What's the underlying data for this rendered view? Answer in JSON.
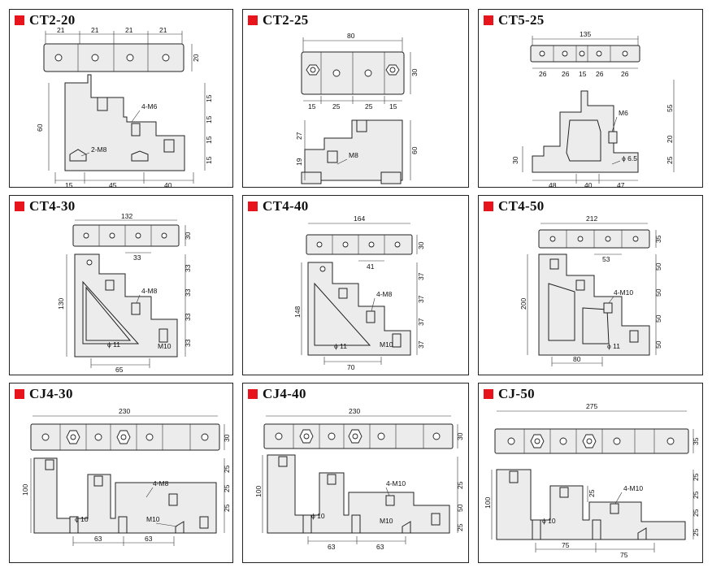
{
  "panels": [
    {
      "title": "CT2-20",
      "top": [
        "21",
        "21",
        "21",
        "21"
      ],
      "h": "20",
      "left": "60",
      "right": [
        "15",
        "15",
        "15",
        "15"
      ],
      "bottom": [
        "15",
        "45",
        "40"
      ],
      "ann": [
        "4-M6",
        "2-M8"
      ]
    },
    {
      "title": "CT2-25",
      "top_total": "80",
      "top": [
        "15",
        "25",
        "25",
        "15"
      ],
      "h": "30",
      "left": [
        "27",
        "19"
      ],
      "right": "60",
      "ann": [
        "M8"
      ]
    },
    {
      "title": "CT5-25",
      "top_total": "135",
      "top": [
        "26",
        "26",
        "15",
        "26",
        "26"
      ],
      "right": [
        "55",
        "20",
        "25"
      ],
      "left": "30",
      "bottom": [
        "48",
        "40",
        "47"
      ],
      "ann": [
        "M6",
        "ϕ 6.5"
      ]
    },
    {
      "title": "CT4-30",
      "top_total": "132",
      "h": "30",
      "sub": "33",
      "left": "130",
      "right": [
        "33",
        "33",
        "33",
        "33"
      ],
      "bottom": "65",
      "ann": [
        "4-M8",
        "ϕ 11",
        "M10"
      ]
    },
    {
      "title": "CT4-40",
      "top_total": "164",
      "h": "30",
      "sub": "41",
      "left": "148",
      "right": [
        "37",
        "37",
        "37",
        "37"
      ],
      "bottom": "70",
      "ann": [
        "4-M8",
        "ϕ 11",
        "M10"
      ]
    },
    {
      "title": "CT4-50",
      "top_total": "212",
      "h": "35",
      "sub": "53",
      "left": "200",
      "right": [
        "50",
        "50",
        "50",
        "50"
      ],
      "bottom": "80",
      "ann": [
        "4-M10",
        "ϕ 11"
      ]
    },
    {
      "title": "CJ4-30",
      "top_total": "230",
      "h": "30",
      "left": "100",
      "right": [
        "25",
        "25",
        "25"
      ],
      "bottom": [
        "63",
        "63"
      ],
      "ann": [
        "4-M8",
        "ϕ 10",
        "M10"
      ]
    },
    {
      "title": "CJ4-40",
      "top_total": "230",
      "h": "30",
      "left": "100",
      "right": [
        "25",
        "50",
        "25"
      ],
      "bottom": [
        "63",
        "63"
      ],
      "ann": [
        "4-M10",
        "ϕ 10",
        "M10"
      ]
    },
    {
      "title": "CJ-50",
      "top_total": "275",
      "h": "35",
      "left": "100",
      "right": [
        "25",
        "25",
        "25",
        "25"
      ],
      "inner": "25",
      "bottom": [
        "75",
        "75"
      ],
      "ann": [
        "4-M10",
        "ϕ 10"
      ]
    }
  ]
}
